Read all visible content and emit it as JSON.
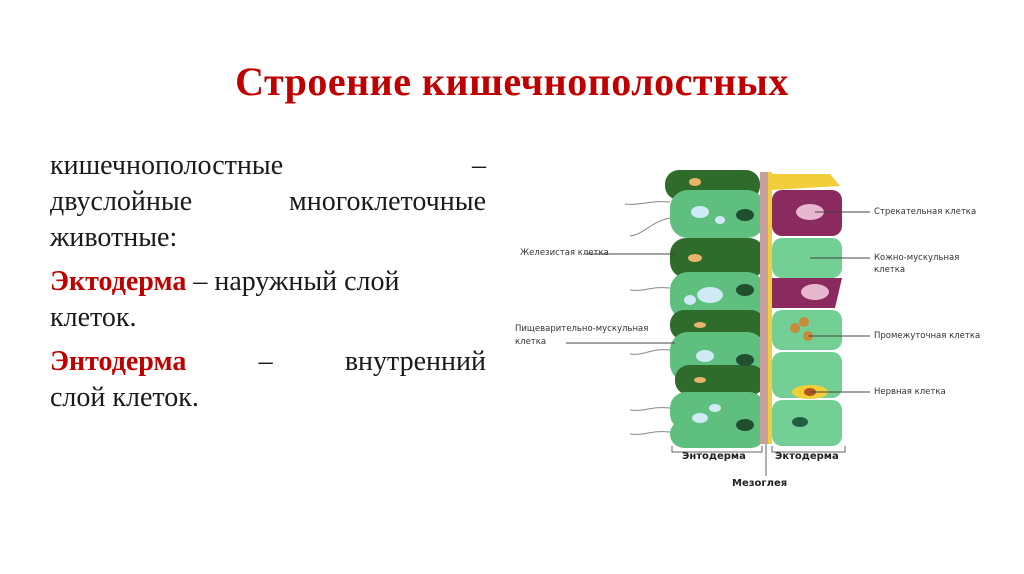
{
  "slide": {
    "title": "Строение кишечнополостных",
    "intro": {
      "line1_left": "кишечнополостные",
      "line1_right": "–",
      "line2_left": "двуслойные",
      "line2_right": "многоклеточные",
      "line3": "животные:"
    },
    "ectoderm": {
      "term": "Эктодерма",
      "line1_rest": " – наружный слой",
      "line2": "клеток."
    },
    "endoderm": {
      "term": "Энтодерма",
      "dash": "–",
      "word": "внутренний",
      "line2": "слой клеток."
    },
    "colors": {
      "title": "#c00000",
      "accent_term": "#c00000",
      "text": "#1a1a1a"
    }
  },
  "diagram": {
    "labels_left": {
      "glandular": "Железистая клетка",
      "digestive_muscular_1": "Пищеварительно-мускульная",
      "digestive_muscular_2": "клетка"
    },
    "labels_right": {
      "stinging": "Стрекательная клетка",
      "skin_muscular_1": "Кожно-мускульная",
      "skin_muscular_2": "клетка",
      "intermediate": "Промежуточная клетка",
      "nerve": "Нервная клетка"
    },
    "labels_bottom": {
      "endoderm": "Энтодерма",
      "ectoderm": "Эктодерма",
      "mesoglea": "Мезоглея"
    },
    "colors": {
      "endoderm_cell": "#5fbf7f",
      "gland_cell": "#2f6b2a",
      "ecto_cell": "#73cf93",
      "stinging_cell": "#8a2a5e",
      "nerve": "#f2cf3a",
      "mesoglea": "#c9a0a0"
    }
  }
}
